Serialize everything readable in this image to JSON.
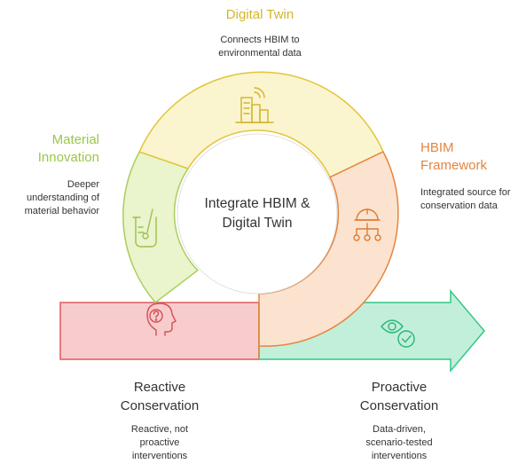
{
  "center": {
    "lines": [
      "Integrate HBIM &",
      "Digital Twin"
    ]
  },
  "digital_twin": {
    "title": "Digital Twin",
    "desc": [
      "Connects HBIM to",
      "environmental data"
    ],
    "color": "#e3c43a",
    "fill": "#faf5cf"
  },
  "material": {
    "title": [
      "Material",
      "Innovation"
    ],
    "desc": [
      "Deeper",
      "understanding of",
      "material behavior"
    ],
    "color": "#a9cf5a",
    "fill": "#eaf4cd"
  },
  "hbim": {
    "title": [
      "HBIM",
      "Framework"
    ],
    "desc": [
      "Integrated source for",
      "conservation data"
    ],
    "color": "#e7843e",
    "fill": "#fbe3cf"
  },
  "reactive": {
    "title": [
      "Reactive",
      "Conservation"
    ],
    "desc": [
      "Reactive, not",
      "proactive",
      "interventions"
    ],
    "color": "#de5a5f",
    "fill": "#f8cccd"
  },
  "proactive": {
    "title": [
      "Proactive",
      "Conservation"
    ],
    "desc": [
      "Data-driven,",
      "scenario-tested",
      "interventions"
    ],
    "color": "#33c785",
    "fill": "#c2efd9"
  },
  "icons": {
    "digital_twin": "building-wifi-icon",
    "material": "beaker-icon",
    "hbim": "hierarchy-icon",
    "reactive": "head-question-icon",
    "proactive": "eye-check-icon"
  }
}
